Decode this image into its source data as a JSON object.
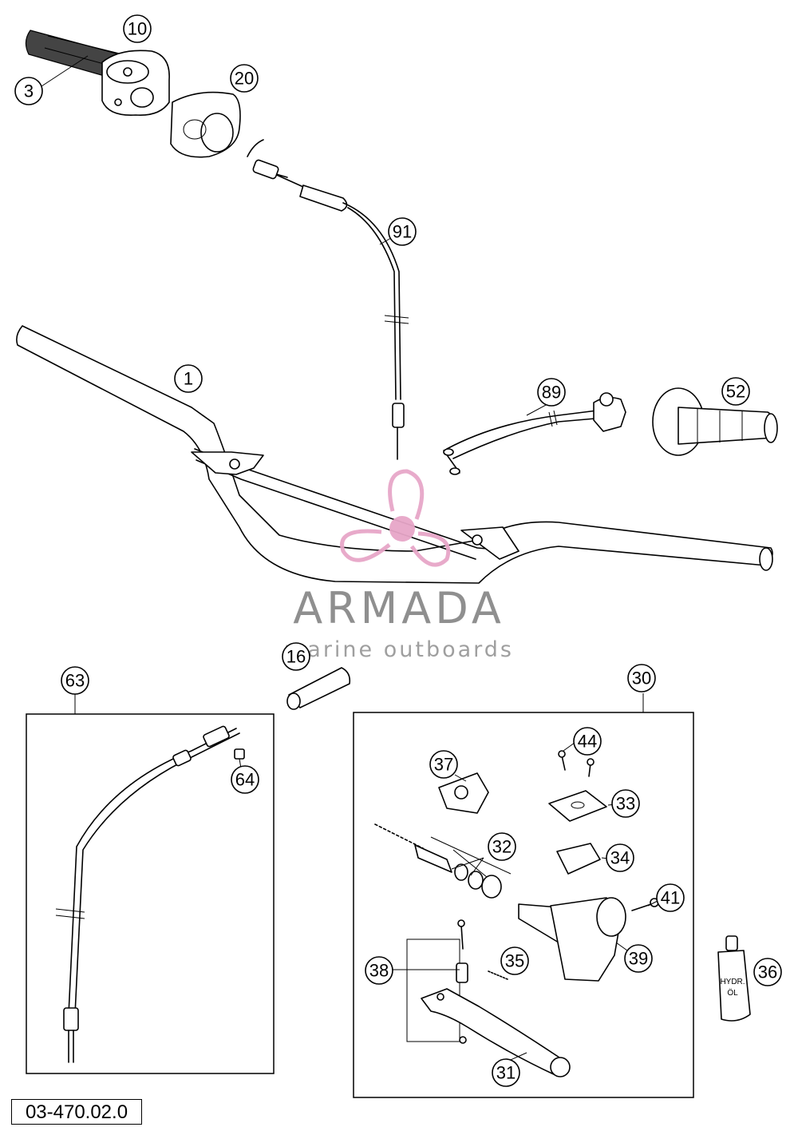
{
  "diagram": {
    "drawing_number": "03-470.02.0",
    "callouts": [
      "1",
      "3",
      "10",
      "16",
      "20",
      "30",
      "31",
      "32",
      "33",
      "34",
      "35",
      "36",
      "37",
      "38",
      "39",
      "41",
      "44",
      "52",
      "63",
      "64",
      "89",
      "91"
    ],
    "bottle_label_line1": "HYDR.",
    "bottle_label_line2": "ÖL"
  },
  "watermark": {
    "brand_name": "ARMADA",
    "tagline": "marine outboards",
    "logo_icon": "propeller-icon",
    "colors": {
      "propeller": "#e7a6c8",
      "text": "#8a8a8a"
    }
  }
}
